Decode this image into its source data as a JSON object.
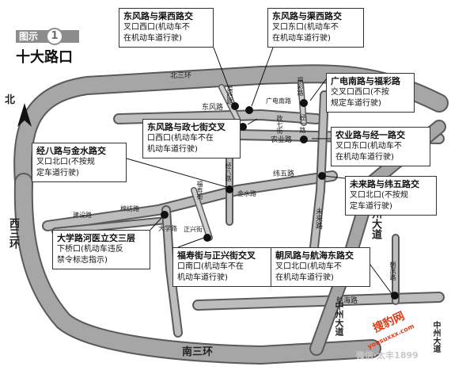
{
  "figure": {
    "label": "图示",
    "number": "1",
    "title": "十大路口"
  },
  "compass": {
    "north": "北"
  },
  "roads": {
    "north3": "北三环",
    "west3": "西三环",
    "south3": "南三环",
    "zhongzhou": "中州大道",
    "zhongzhou_s": "中州大道",
    "zhongzhou_e": "中州大道",
    "dongfeng": "东风路",
    "qu_xi": "渠西路",
    "guangdian": "广电南路",
    "fucai": "福彩路",
    "jing1": "经一路",
    "nongye": "农业路",
    "zhengqi": "政七街",
    "wei5": "纬五路",
    "weilai": "未来路",
    "jing8": "经八路",
    "jinshui": "金水路",
    "fushou": "福寿街",
    "zhengxing": "正兴街",
    "daxue": "大学路",
    "jianshe": "建设路",
    "mianfang": "棉纺路",
    "chaofeng": "朝凤路",
    "hanghai": "航海路"
  },
  "callouts": [
    {
      "title": "东风路与渠西路交",
      "lines": [
        "叉口西口(机动车不",
        "在机动车道行驶)"
      ]
    },
    {
      "title": "东风路与渠西路交",
      "lines": [
        "叉口东口(机动车不",
        "在机动车道行驶)"
      ]
    },
    {
      "title": "广电南路与福彩路",
      "lines": [
        "交叉口西口(不按",
        "规定车道行驶)"
      ]
    },
    {
      "title": "东风路与政七街交叉",
      "lines": [
        "口西口(机动车不在",
        "机动车道行驶)"
      ]
    },
    {
      "title": "经八路与金水路交",
      "lines": [
        "叉口北口(不按规",
        "定车道行驶)"
      ]
    },
    {
      "title": "农业路与经一路交",
      "lines": [
        "叉口东口(机动车不",
        "在机动车道行驶)"
      ]
    },
    {
      "title": "未来路与纬五路交",
      "lines": [
        "叉口北口(不按规",
        "定车道行驶)"
      ]
    },
    {
      "title": "大学路河医立交三层",
      "lines": [
        "下桥口(机动车违反",
        "禁令标志指示)"
      ]
    },
    {
      "title": "福寿街与正兴街交叉",
      "lines": [
        "口南口(机动车不在",
        "机动车道行驶)"
      ]
    },
    {
      "title": "朝凤路与航海东路交",
      "lines": [
        "叉口北口(机动车不",
        "在机动车道行驶)"
      ]
    }
  ],
  "watermark": {
    "site": "搜豹网",
    "url": "yousuxxx.com",
    "brand": "微信·太丰1899"
  },
  "colors": {
    "road": "#9a9a9a",
    "road_edge": "#5a5a5a",
    "marker": "#111111",
    "bg": "#ffffff"
  }
}
